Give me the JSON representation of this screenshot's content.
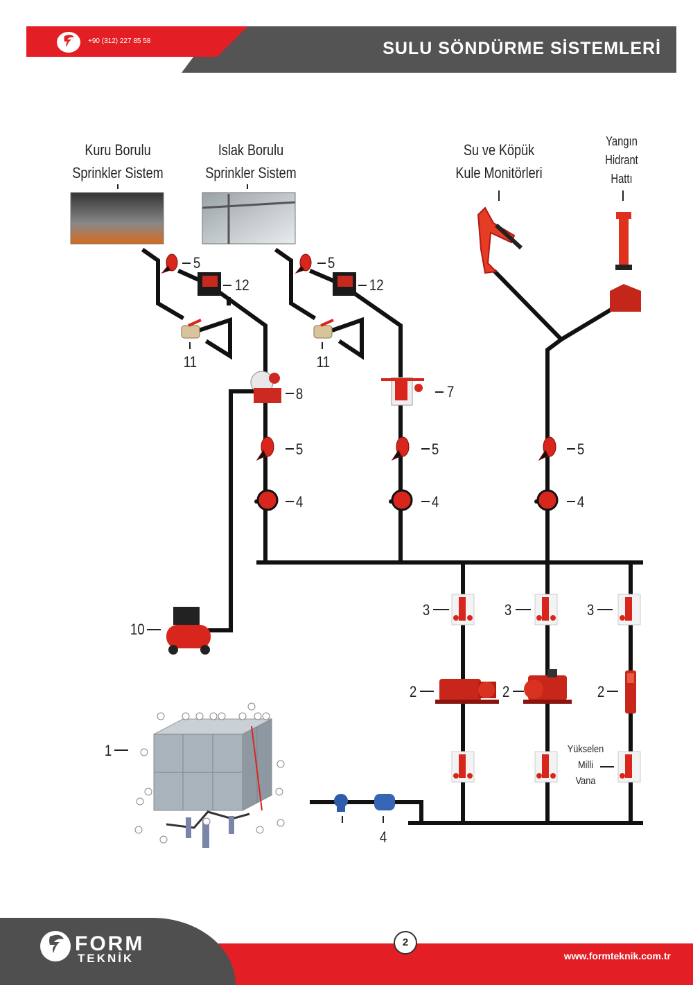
{
  "header": {
    "phone": "+90 (312) 227 85 58",
    "title": "SULU SÖNDÜRME SİSTEMLERİ"
  },
  "labels": {
    "dry_line1": "Kuru Borulu",
    "dry_line2": "Sprinkler Sistem",
    "wet_line1": "Islak Borulu",
    "wet_line2": "Sprinkler Sistem",
    "mon_line1": "Su ve Köpük",
    "mon_line2": "Kule Monitörleri",
    "hyd_line1": "Yangın",
    "hyd_line2": "Hidrant",
    "hyd_line3": "Hattı",
    "riser_line1": "Yükselen",
    "riser_line2": "Milli",
    "riser_line3": "Vana"
  },
  "numbers": {
    "n1": "1",
    "n2": "2",
    "n3": "3",
    "n4": "4",
    "n5": "5",
    "n7": "7",
    "n8": "8",
    "n10": "10",
    "n11": "11",
    "n12": "12"
  },
  "footer": {
    "brand1": "FORM",
    "brand2": "TEKNİK",
    "page": "2",
    "url": "www.formteknik.com.tr"
  },
  "colors": {
    "accent": "#e31e24",
    "dark": "#545454",
    "pipe": "#111111"
  }
}
